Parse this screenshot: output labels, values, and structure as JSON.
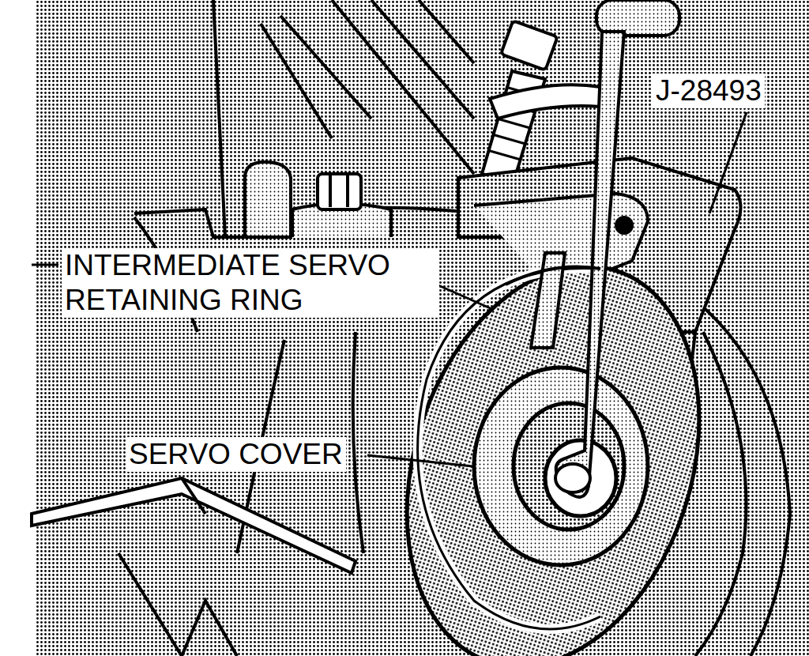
{
  "diagram": {
    "labels": [
      "J-28493",
      "INTERMEDIATE SERVO RETAINING RING",
      "SERVO COVER"
    ]
  }
}
